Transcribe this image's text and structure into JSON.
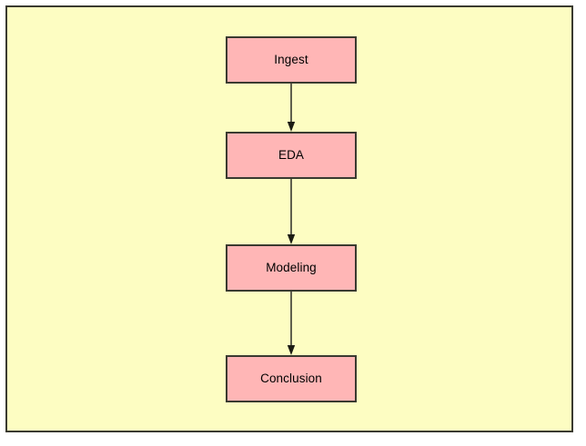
{
  "diagram": {
    "title": "",
    "type": "flowchart",
    "orientation": "top-to-bottom",
    "colors": {
      "canvas_background": "#fdfdc2",
      "canvas_border": "#3a3a30",
      "node_fill": "#ffb6b6",
      "node_border": "#3a3a30",
      "edge": "#3a3a30",
      "label_text": "#000000",
      "page_background": "#ffffff"
    },
    "nodes": [
      {
        "id": "ingest",
        "label": "Ingest"
      },
      {
        "id": "eda",
        "label": "EDA"
      },
      {
        "id": "modeling",
        "label": "Modeling"
      },
      {
        "id": "conclusion",
        "label": "Conclusion"
      }
    ],
    "edges": [
      {
        "id": "ingest-eda",
        "from": "Ingest",
        "to": "EDA",
        "label": "",
        "arrowhead": "filled-triangle"
      },
      {
        "id": "eda-modeling",
        "from": "EDA",
        "to": "Modeling",
        "label": "",
        "arrowhead": "filled-triangle"
      },
      {
        "id": "modeling-concl",
        "from": "Modeling",
        "to": "Conclusion",
        "label": "",
        "arrowhead": "filled-triangle"
      }
    ]
  }
}
